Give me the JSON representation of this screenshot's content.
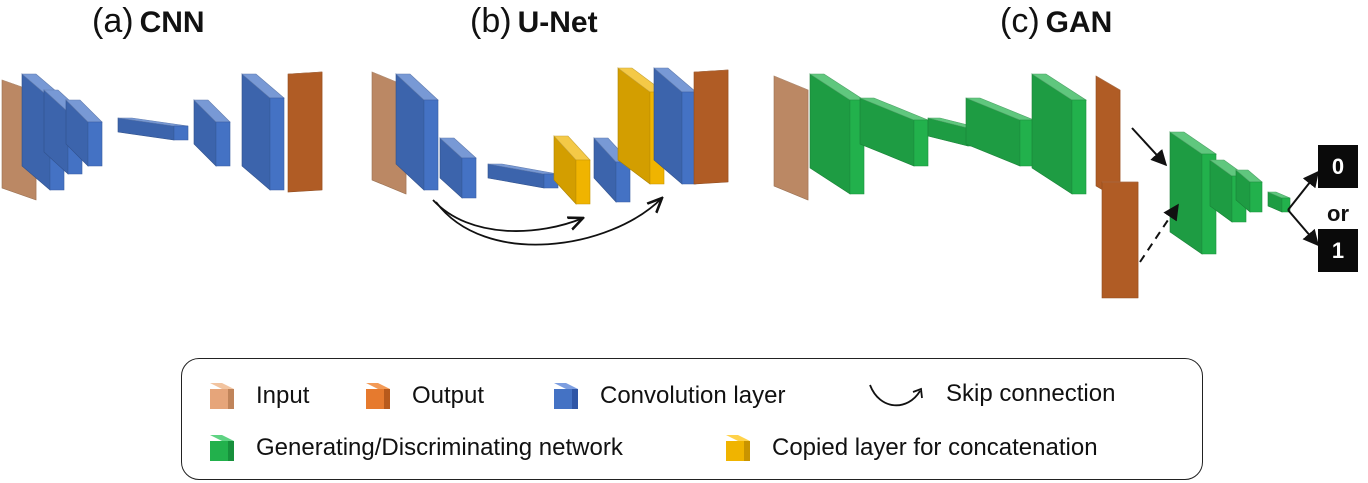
{
  "panels": [
    {
      "letter": "(a)",
      "name": "CNN"
    },
    {
      "letter": "(b)",
      "name": "U-Net"
    },
    {
      "letter": "(c)",
      "name": "GAN"
    }
  ],
  "gan": {
    "out_0": "0",
    "out_or": "or",
    "out_1": "1"
  },
  "legend": {
    "input": "Input",
    "output": "Output",
    "conv": "Convolution layer",
    "skip": "Skip connection",
    "gen": "Generating/Discriminating network",
    "copied": "Copied layer for concatenation"
  },
  "colors": {
    "input": "#d49a72",
    "output": "#c8682a",
    "conv": "#4472c4",
    "green": "#22b14c",
    "copied": "#f0b400"
  }
}
